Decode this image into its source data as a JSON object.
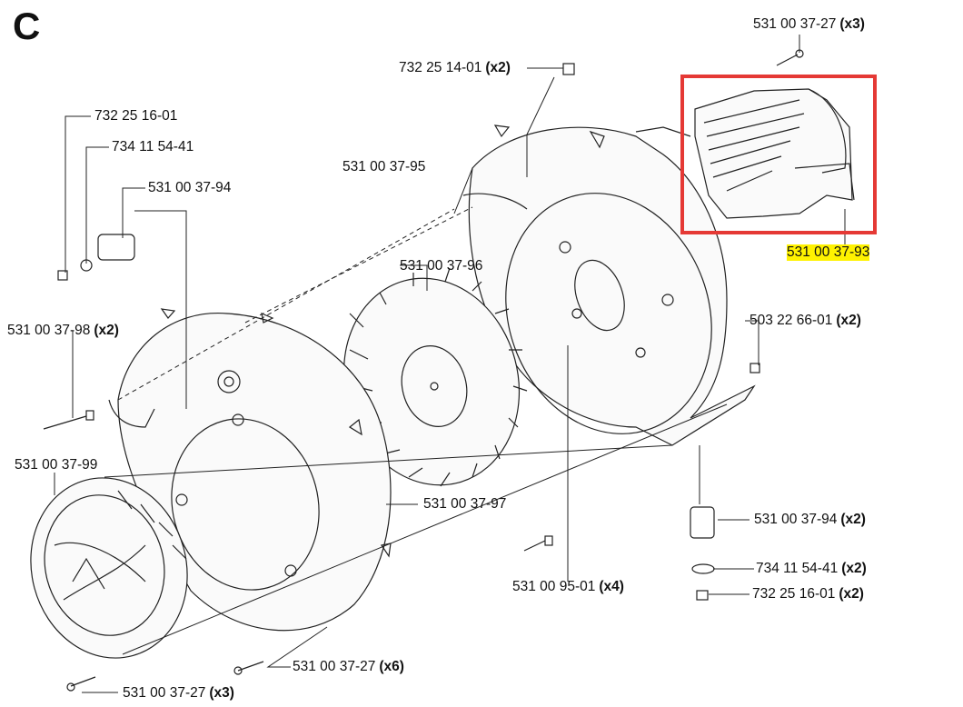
{
  "section": "C",
  "highlight_color": "#fff200",
  "box_color": "#e53935",
  "labels": [
    {
      "id": "p1",
      "part": "531 00 37-27",
      "qty": "(x3)"
    },
    {
      "id": "p2",
      "part": "732 25 14-01",
      "qty": "(x2)"
    },
    {
      "id": "p3",
      "part": "732 25 16-01",
      "qty": ""
    },
    {
      "id": "p4",
      "part": "734 11 54-41",
      "qty": ""
    },
    {
      "id": "p5",
      "part": "531 00 37-94",
      "qty": ""
    },
    {
      "id": "p6",
      "part": "531 00 37-95",
      "qty": ""
    },
    {
      "id": "p7",
      "part": "531 00 37-93",
      "qty": ""
    },
    {
      "id": "p8",
      "part": "531 00 37-96",
      "qty": ""
    },
    {
      "id": "p9",
      "part": "531 00 37-98",
      "qty": "(x2)"
    },
    {
      "id": "p10",
      "part": "503 22 66-01",
      "qty": "(x2)"
    },
    {
      "id": "p11",
      "part": "531 00 37-99",
      "qty": ""
    },
    {
      "id": "p12",
      "part": "531 00 37-97",
      "qty": ""
    },
    {
      "id": "p13",
      "part": "531 00 37-94",
      "qty": "(x2)"
    },
    {
      "id": "p14",
      "part": "531 00 95-01",
      "qty": "(x4)"
    },
    {
      "id": "p15",
      "part": "734 11 54-41",
      "qty": "(x2)"
    },
    {
      "id": "p16",
      "part": "732 25 16-01",
      "qty": "(x2)"
    },
    {
      "id": "p17",
      "part": "531 00 37-27",
      "qty": "(x6)"
    },
    {
      "id": "p18",
      "part": "531 00 37-27",
      "qty": "(x3)"
    }
  ]
}
